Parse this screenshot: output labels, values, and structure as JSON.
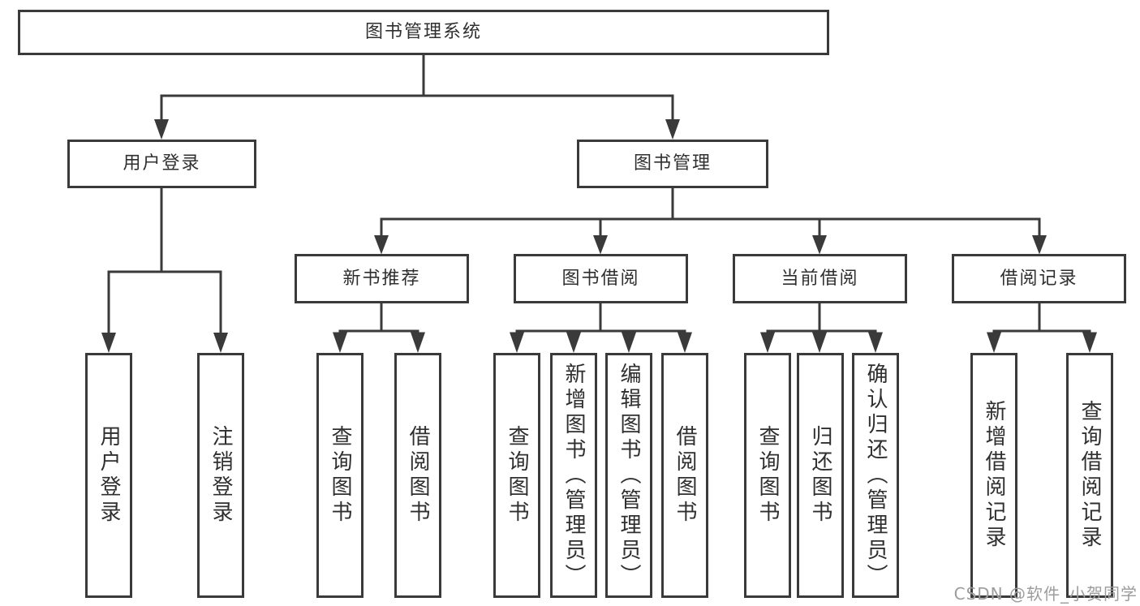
{
  "diagram": {
    "root": {
      "label": "图书管理系统"
    },
    "branches": [
      {
        "label": "用户登录",
        "children": [
          {
            "label": "用户登录"
          },
          {
            "label": "注销登录"
          }
        ]
      },
      {
        "label": "图书管理",
        "children": [
          {
            "label": "新书推荐",
            "children": [
              {
                "label": "查询图书"
              },
              {
                "label": "借阅图书"
              }
            ]
          },
          {
            "label": "图书借阅",
            "children": [
              {
                "label": "查询图书"
              },
              {
                "label": "新增图书（管理员）"
              },
              {
                "label": "编辑图书（管理员）"
              },
              {
                "label": "借阅图书"
              }
            ]
          },
          {
            "label": "当前借阅",
            "children": [
              {
                "label": "查询图书"
              },
              {
                "label": "归还图书"
              },
              {
                "label": "确认归还（管理员）"
              }
            ]
          },
          {
            "label": "借阅记录",
            "children": [
              {
                "label": "新增借阅记录"
              },
              {
                "label": "查询借阅记录"
              }
            ]
          }
        ]
      }
    ]
  },
  "watermark": {
    "text": "CSDN @软件_小贺同学"
  },
  "colors": {
    "line": "#3a3a3a",
    "text": "#2f2f2f",
    "box_fill": "#ffffff",
    "watermark": "#9c9c9c",
    "background": "#ffffff"
  }
}
